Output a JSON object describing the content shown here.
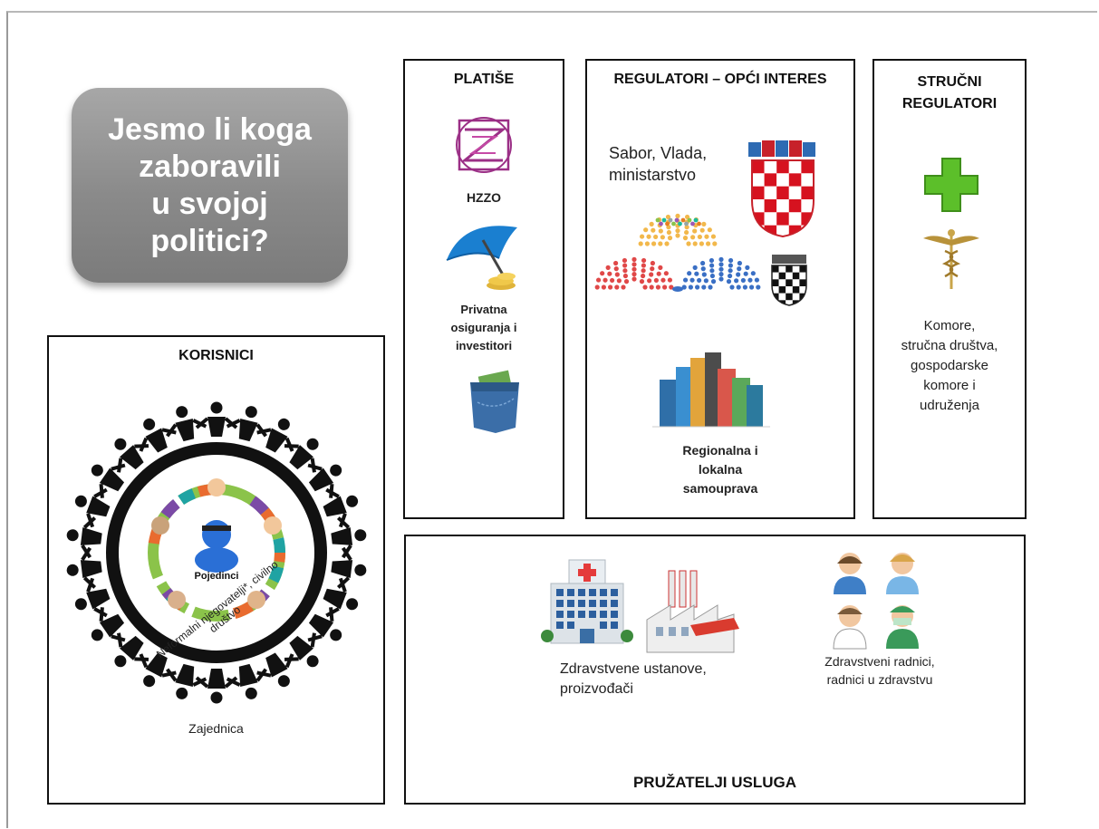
{
  "question": "Jesmo li koga\nzaboravili\nu svojoj\npolitici?",
  "korisnici": {
    "title": "KORISNICI",
    "center_label": "Pojedinci",
    "ring_label": "Neformalni njegovatelji*, civilno društvo",
    "community_label": "Zajednica"
  },
  "platise": {
    "title": "PLATIŠE",
    "hzzo_label": "HZZO",
    "private_label": "Privatna\nosiguranja i\ninvestitori"
  },
  "regulatori_opci": {
    "title": "REGULATORI – OPĆI INTERES",
    "gov_label": "Sabor, Vlada,\nministarstvo",
    "local_label": "Regionalna i\nlokalna\nsamouprava"
  },
  "strucni": {
    "title": "STRUČNI\nREGULATORI",
    "label": "Komore,\nstručna društva,\ngospodarske\nkomore i\nudruženja"
  },
  "pruzatelji": {
    "title": "PRUŽATELJI USLUGA",
    "institutions_label": "Zdravstvene ustanove,\nproizvođači",
    "workers_label": "Zdravstveni radnici,\nradnici u zdravstvu"
  },
  "colors": {
    "question_bg": "#8a8a8a",
    "cross_green": "#5cbf2a",
    "croatia_red": "#d6121f",
    "umbrella_blue": "#1a7fd0"
  }
}
